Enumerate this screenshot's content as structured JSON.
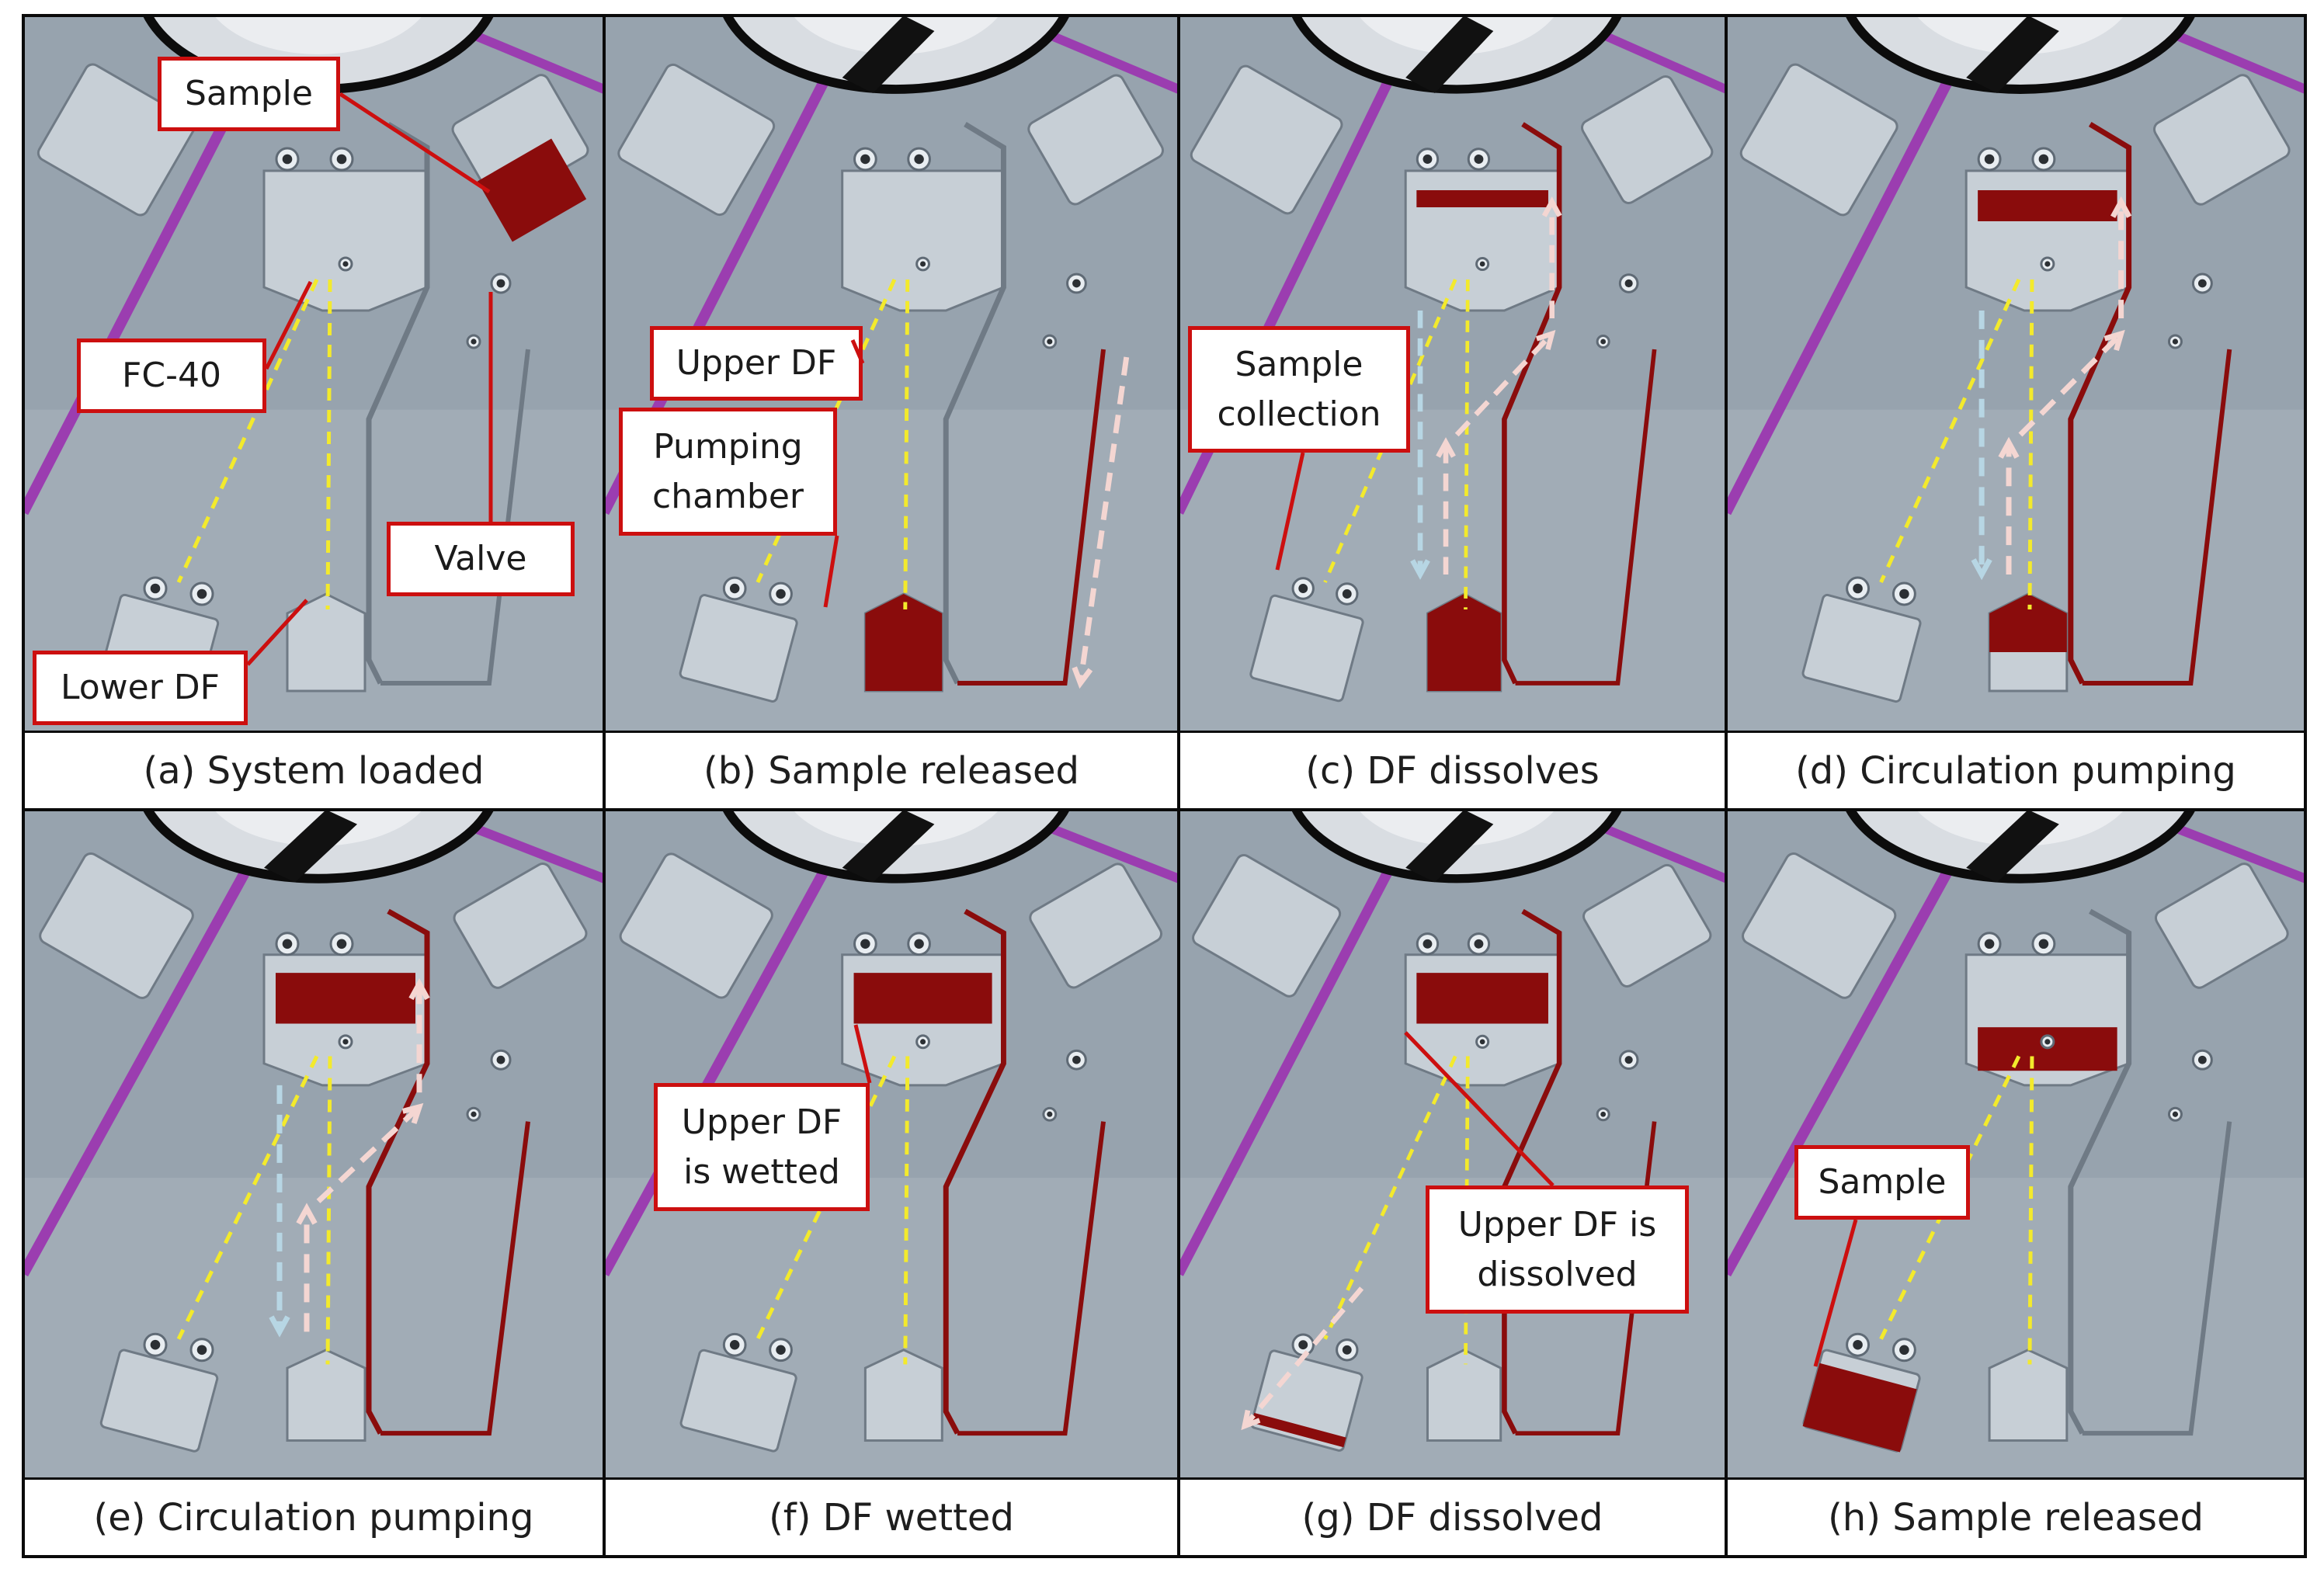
{
  "colors": {
    "frame": "#0a0a0a",
    "background_plate": "#97a3ae",
    "channel_glass": "#c7cfd6",
    "sample_red": "#8a0c0c",
    "callout_border": "#cc0f0f",
    "dashed_yellow": "#f3ea2c",
    "arrow_pink": "#f4d6d2",
    "arrow_blue": "#b7d6e4",
    "tube_purple": "#9b3db0"
  },
  "panels": [
    {
      "caption": "(a) System loaded",
      "callouts": [
        "Sample",
        "FC-40",
        "Valve",
        "Lower DF"
      ]
    },
    {
      "caption": "(b) Sample released",
      "callouts": [
        "Upper  DF",
        "Pumping\nchamber"
      ]
    },
    {
      "caption": "(c) DF dissolves",
      "callouts": [
        "Sample\ncollection"
      ]
    },
    {
      "caption": "(d) Circulation pumping",
      "callouts": []
    },
    {
      "caption": "(e) Circulation pumping",
      "callouts": []
    },
    {
      "caption": "(f) DF wetted",
      "callouts": [
        "Upper DF\nis wetted"
      ]
    },
    {
      "caption": "(g) DF dissolved",
      "callouts": [
        "Upper  DF is\ndissolved"
      ]
    },
    {
      "caption": "(h) Sample released",
      "callouts": [
        "Sample"
      ]
    }
  ]
}
